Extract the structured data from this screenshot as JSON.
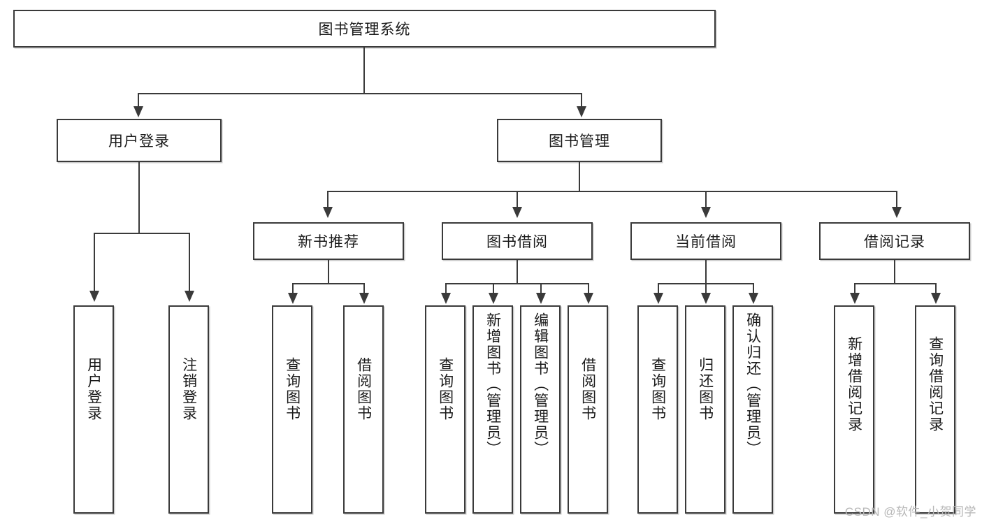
{
  "diagram": {
    "title": "图书管理系统",
    "root": {
      "label": "图书管理系统"
    },
    "level2": [
      {
        "label": "用户登录"
      },
      {
        "label": "图书管理"
      }
    ],
    "level3": [
      {
        "label": "新书推荐"
      },
      {
        "label": "图书借阅"
      },
      {
        "label": "当前借阅"
      },
      {
        "label": "借阅记录"
      }
    ],
    "leaves": {
      "user_login": [
        {
          "label": "用户登录"
        },
        {
          "label": "注销登录"
        }
      ],
      "new_book": [
        {
          "label": "查询图书"
        },
        {
          "label": "借阅图书"
        }
      ],
      "book_borrow": [
        {
          "label": "查询图书"
        },
        {
          "label": "新增图书（管理员）"
        },
        {
          "label": "编辑图书（管理员）"
        },
        {
          "label": "借阅图书"
        }
      ],
      "current_borrow": [
        {
          "label": "查询图书"
        },
        {
          "label": "归还图书"
        },
        {
          "label": "确认归还（管理员）"
        }
      ],
      "borrow_record": [
        {
          "label": "新增借阅记录"
        },
        {
          "label": "查询借阅记录"
        }
      ]
    }
  },
  "watermark": {
    "text": "CSDN @软件_小贺同学"
  },
  "colors": {
    "stroke": "#3a3a3a",
    "background": "#ffffff",
    "text": "#1a1a1a",
    "watermark": "#b7b7b7"
  }
}
